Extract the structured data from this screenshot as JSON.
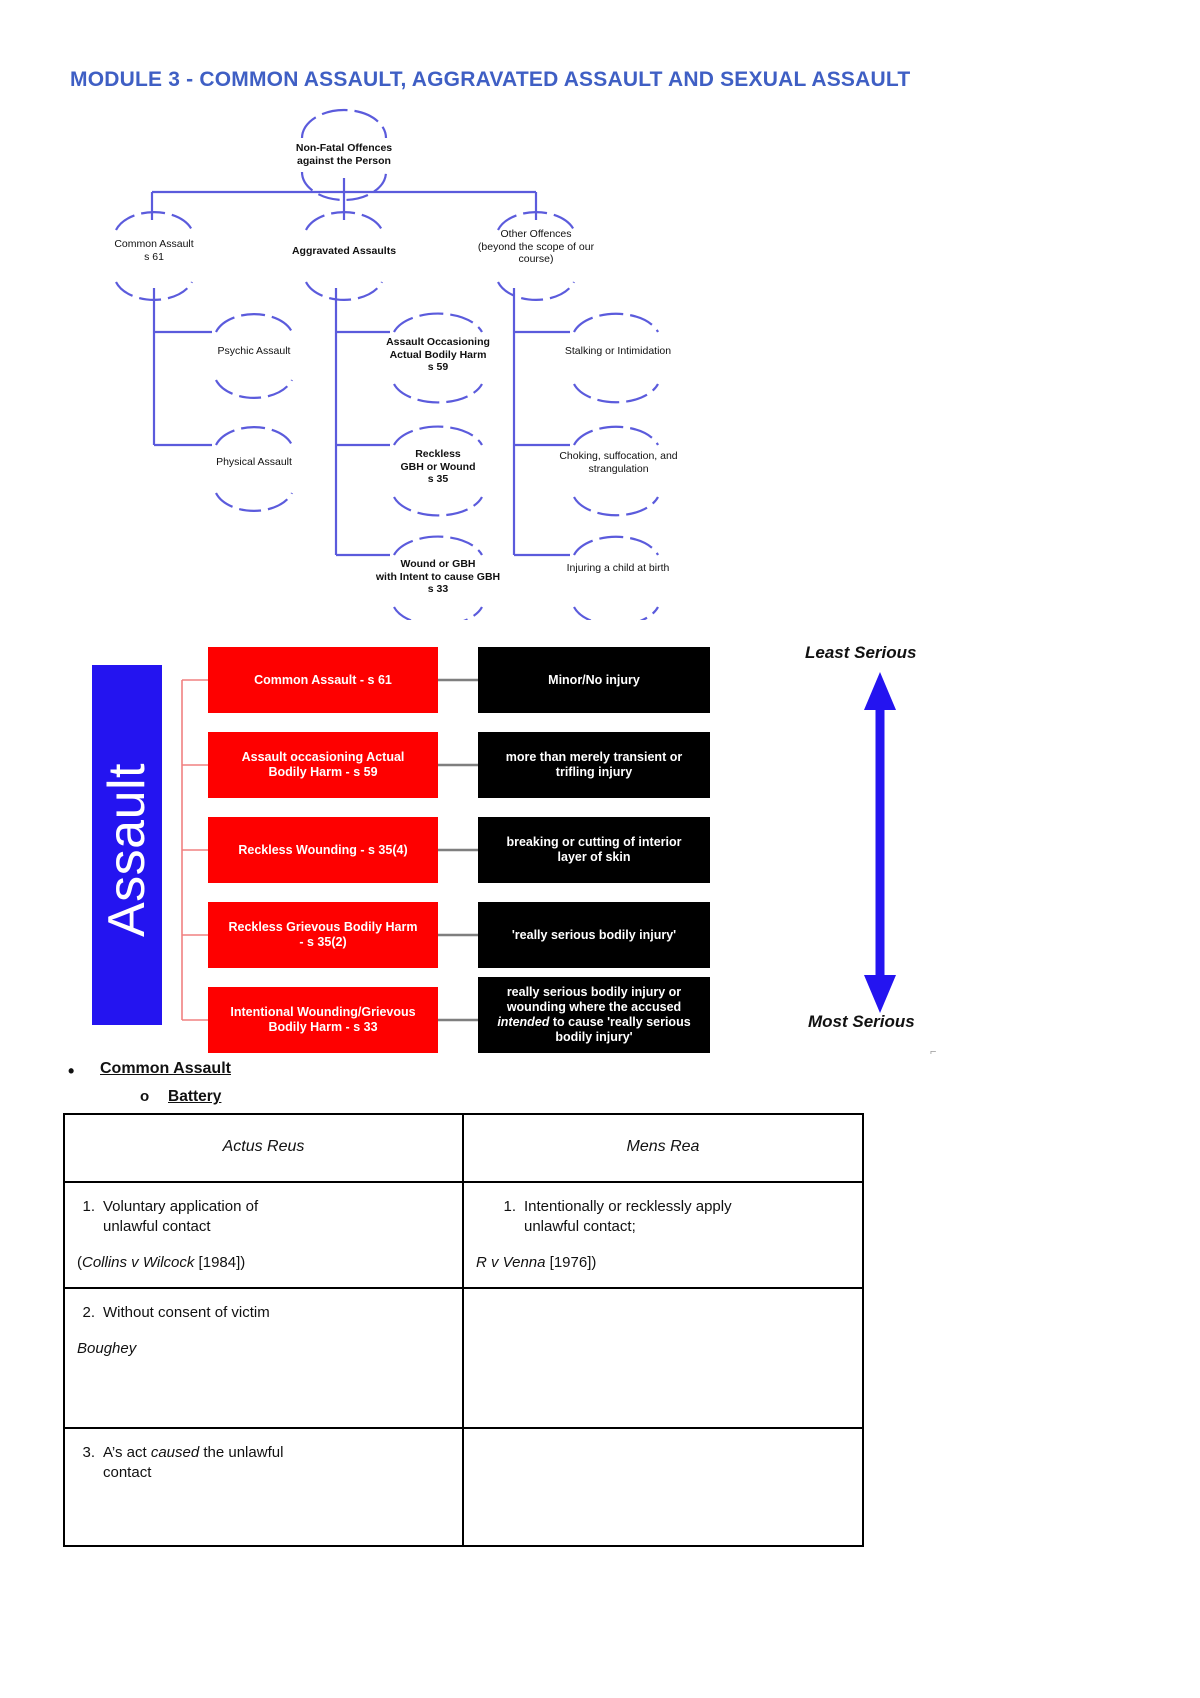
{
  "document": {
    "title": "MODULE 3 - COMMON ASSAULT, AGGRAVATED ASSAULT AND SEXUAL ASSAULT",
    "title_color": "#3f5fc4"
  },
  "tree": {
    "root": "Non-Fatal Offences\nagainst the Person",
    "root_line1": "Non-Fatal Offences",
    "root_line2": "against the Person",
    "level2": [
      {
        "line1": "Common Assault",
        "line2": "s 61",
        "bold": false
      },
      {
        "line1": "Aggravated Assaults",
        "line2": "",
        "bold": true
      },
      {
        "line1": "Other Offences",
        "line2": "(beyond the scope of our",
        "line3": "course)",
        "bold": false
      }
    ],
    "branch_common": [
      {
        "line1": "Psychic Assault",
        "line2": "",
        "line3": ""
      },
      {
        "line1": "Physical Assault",
        "line2": "",
        "line3": ""
      }
    ],
    "branch_aggravated": [
      {
        "line1": "Assault Occasioning",
        "line2": "Actual Bodily Harm",
        "line3": "s 59"
      },
      {
        "line1": "Reckless",
        "line2": "GBH or Wound",
        "line3": "s 35"
      },
      {
        "line1": "Wound or GBH",
        "line2": "with Intent to cause GBH",
        "line3": "s 33"
      }
    ],
    "branch_other": [
      {
        "line1": "Stalking or Intimidation",
        "line2": "",
        "line3": ""
      },
      {
        "line1": "Choking, suffocation, and",
        "line2": "strangulation",
        "line3": ""
      },
      {
        "line1": "Injuring a child at birth",
        "line2": "",
        "line3": ""
      }
    ],
    "line_color": "#5b5bdc"
  },
  "assault_chart": {
    "axis_label": "Assault",
    "axis_color": "#2414f0",
    "offence_color": "#fe0000",
    "definition_color": "#000000",
    "scale_top_label": "Least Serious",
    "scale_bottom_label": "Most Serious",
    "arrow_color": "#2414f0",
    "rows": [
      {
        "offence_line1": "Common Assault - s 61",
        "offence_line2": "",
        "definition_line1": "Minor/No injury",
        "definition_line2": "",
        "definition_line3": "",
        "definition_line4": ""
      },
      {
        "offence_line1": "Assault occasioning Actual",
        "offence_line2": "Bodily Harm - s 59",
        "definition_line1": "more than merely transient or",
        "definition_line2": "trifling injury",
        "definition_line3": "",
        "definition_line4": ""
      },
      {
        "offence_line1": "Reckless Wounding - s 35(4)",
        "offence_line2": "",
        "definition_line1": "breaking or cutting of interior",
        "definition_line2": "layer of skin",
        "definition_line3": "",
        "definition_line4": ""
      },
      {
        "offence_line1": "Reckless Grievous Bodily Harm",
        "offence_line2": "- s 35(2)",
        "definition_line1": "'really serious bodily injury'",
        "definition_line2": "",
        "definition_line3": "",
        "definition_line4": ""
      },
      {
        "offence_line1": "Intentional Wounding/Grievous",
        "offence_line2": "Bodily Harm - s 33",
        "definition_line1": "really serious bodily injury or",
        "definition_line2": "wounding where the accused",
        "definition_line3": "intended",
        "definition_line3_rest": " to cause 'really serious",
        "definition_line4": "bodily injury'"
      }
    ]
  },
  "outline": {
    "bullet_1": "Common Assault",
    "bullet_2": "Battery",
    "bullet_1_marker": "•",
    "bullet_2_marker": "o"
  },
  "table": {
    "headers": [
      "Actus Reus",
      "Mens Rea"
    ],
    "rows": [
      {
        "left_number": "1.",
        "left_text_line1": "Voluntary application of",
        "left_text_line2": "unlawful contact",
        "left_case_prefix": "(",
        "left_case_italic": "Collins v Wilcock",
        "left_case_suffix": " [1984])",
        "right_number": "1.",
        "right_text_line1": "Intentionally or recklessly apply",
        "right_text_line2": "unlawful contact;",
        "right_case_prefix": "",
        "right_case_italic": "R v Venna",
        "right_case_suffix": " [1976])"
      },
      {
        "left_number": "2.",
        "left_text_line1": "Without consent of victim",
        "left_text_line2": "",
        "left_case_prefix": "",
        "left_case_italic": "Boughey",
        "left_case_suffix": "",
        "right_number": "",
        "right_text_line1": "",
        "right_text_line2": "",
        "right_case_prefix": "",
        "right_case_italic": "",
        "right_case_suffix": ""
      },
      {
        "left_number": "3.",
        "left_text_line1": "A’s act ",
        "left_text_italic": "caused",
        "left_text_line1_rest": " the unlawful",
        "left_text_line2": "contact",
        "left_case_prefix": "",
        "left_case_italic": "",
        "left_case_suffix": "",
        "right_number": "",
        "right_text_line1": "",
        "right_text_line2": "",
        "right_case_prefix": "",
        "right_case_italic": "",
        "right_case_suffix": ""
      }
    ]
  }
}
